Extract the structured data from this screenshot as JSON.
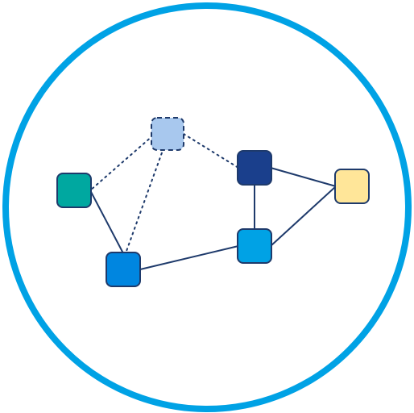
{
  "colors": {
    "ring": "#00a2e5",
    "edge": "#1e3a6b",
    "node_border": "#1e3a6b"
  },
  "diagram": {
    "type": "network-graph-icon",
    "nodes": [
      {
        "id": "n1",
        "fill": "#a8c8ee",
        "dashed": true
      },
      {
        "id": "n2",
        "fill": "#00a8a0",
        "dashed": false
      },
      {
        "id": "n3",
        "fill": "#1a3f8c",
        "dashed": false
      },
      {
        "id": "n4",
        "fill": "#ffe699",
        "dashed": false
      },
      {
        "id": "n5",
        "fill": "#0086e0",
        "dashed": false
      },
      {
        "id": "n6",
        "fill": "#00a2e5",
        "dashed": false
      }
    ],
    "edges": [
      {
        "from": "n1",
        "to": "n2",
        "style": "dotted"
      },
      {
        "from": "n1",
        "to": "n5",
        "style": "dotted"
      },
      {
        "from": "n1",
        "to": "n3",
        "style": "dotted"
      },
      {
        "from": "n2",
        "to": "n5",
        "style": "solid"
      },
      {
        "from": "n3",
        "to": "n4",
        "style": "solid"
      },
      {
        "from": "n3",
        "to": "n6",
        "style": "solid"
      },
      {
        "from": "n6",
        "to": "n4",
        "style": "solid"
      },
      {
        "from": "n5",
        "to": "n6",
        "style": "solid"
      }
    ]
  }
}
